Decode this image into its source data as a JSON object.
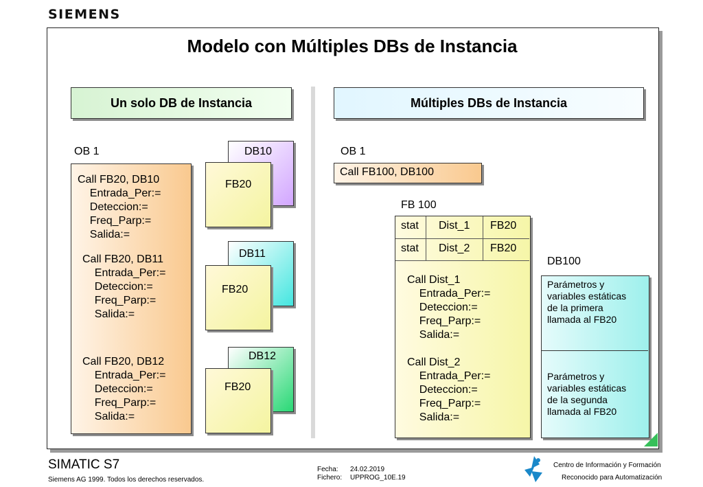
{
  "brand": "SIEMENS",
  "title": "Modelo con Múltiples DBs de Instancia",
  "left": {
    "header": "Un solo DB de Instancia",
    "ob_label": "OB 1",
    "ob_code": [
      "Call FB20, DB10\n    Entrada_Per:=\n    Deteccion:=\n    Freq_Parp:=\n    Salida:=",
      "Call FB20, DB11\n    Entrada_Per:=\n    Deteccion:=\n    Freq_Parp:=\n    Salida:=",
      "Call FB20, DB12\n    Entrada_Per:=\n    Deteccion:=\n    Freq_Parp:=\n    Salida:="
    ],
    "db_pairs": [
      {
        "db": "DB10",
        "fb": "FB20",
        "color": "#d2a6ff"
      },
      {
        "db": "DB11",
        "fb": "FB20",
        "color": "#45e6e0"
      },
      {
        "db": "DB12",
        "fb": "FB20",
        "color": "#29d875"
      }
    ]
  },
  "right": {
    "header": "Múltiples  DBs de Instancia",
    "ob_label": "OB 1",
    "ob_call": "Call FB100, DB100",
    "fb_label": "FB 100",
    "stat_rows": [
      {
        "kind": "stat",
        "name": "Dist_1",
        "type": "FB20"
      },
      {
        "kind": "stat",
        "name": "Dist_2",
        "type": "FB20"
      }
    ],
    "fb_code": [
      "Call Dist_1\n    Entrada_Per:=\n    Deteccion:=\n    Freq_Parp:=\n    Salida:=",
      "Call Dist_2\n    Entrada_Per:=\n    Deteccion:=\n    Freq_Parp:=\n    Salida:="
    ],
    "db_label": "DB100",
    "db_sections": [
      "Parámetros y\nvariables estáticas\nde la primera\nllamada al FB20",
      "Parámetros y\nvariables estáticas\nde la segunda\nllamada al FB20"
    ]
  },
  "footer": {
    "product": "SIMATIC S7",
    "copyright": "Siemens AG 1999. Todos los derechos reservados.",
    "fecha_label": "Fecha:",
    "fecha_value": "24.02.2019",
    "fichero_label": "Fichero:",
    "fichero_value": "UPPROG_10E.19",
    "center_line1": "Centro de Información y Formación",
    "center_line2": "Reconocido para Automatización"
  }
}
